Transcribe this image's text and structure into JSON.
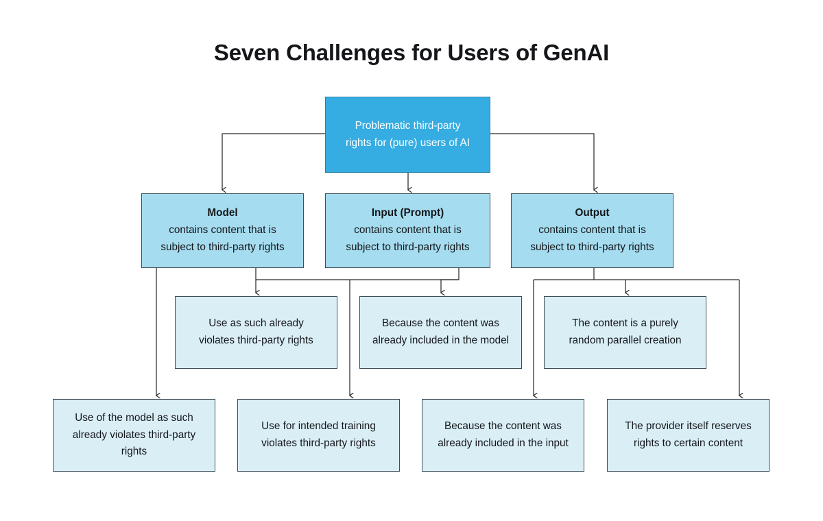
{
  "page": {
    "title": "Seven Challenges for Users of GenAI",
    "background": "#ffffff"
  },
  "colors": {
    "root_fill": "#35ade2",
    "root_text": "#ffffff",
    "mid_fill": "#a5dcef",
    "leaf_fill": "#daeef6",
    "border": "#3f4e57",
    "connector": "#2b2b2b",
    "text": "#14161a"
  },
  "chart_data": {
    "type": "diagram",
    "title": "Seven Challenges for Users of GenAI",
    "orientation": "top-down-tree",
    "nodes": [
      {
        "id": "root",
        "level": 0,
        "style": "root",
        "lines": [
          "Problematic third-party",
          "rights for (pure) users of AI"
        ]
      },
      {
        "id": "model",
        "level": 1,
        "style": "mid",
        "lines": [
          "Model",
          "contains content that is",
          "subject to third-party rights"
        ],
        "heading_lines": 1
      },
      {
        "id": "input",
        "level": 1,
        "style": "mid",
        "lines": [
          "Input (Prompt)",
          "contains content that is",
          "subject to third-party rights"
        ],
        "heading_lines": 1
      },
      {
        "id": "output",
        "level": 1,
        "style": "mid",
        "lines": [
          "Output",
          "contains content that is",
          "subject to third-party rights"
        ],
        "heading_lines": 1
      },
      {
        "id": "r3a",
        "level": 2,
        "style": "leaf",
        "lines": [
          "Use as such already",
          "violates third-party rights"
        ]
      },
      {
        "id": "r3b",
        "level": 2,
        "style": "leaf",
        "lines": [
          "Because the content was",
          "already included in the model"
        ]
      },
      {
        "id": "r3c",
        "level": 2,
        "style": "leaf",
        "lines": [
          "The content is a purely",
          "random parallel creation"
        ]
      },
      {
        "id": "r4a",
        "level": 3,
        "style": "leaf",
        "lines": [
          "Use of the model as such",
          "already violates third-party",
          "rights"
        ]
      },
      {
        "id": "r4b",
        "level": 3,
        "style": "leaf",
        "lines": [
          "Use for intended training",
          "violates third-party rights"
        ]
      },
      {
        "id": "r4c",
        "level": 3,
        "style": "leaf",
        "lines": [
          "Because the content was",
          "already included in the input"
        ]
      },
      {
        "id": "r4d",
        "level": 3,
        "style": "leaf",
        "lines": [
          "The provider itself reserves",
          "rights to certain content"
        ]
      }
    ],
    "edges": [
      {
        "from": "root",
        "to": "model"
      },
      {
        "from": "root",
        "to": "input"
      },
      {
        "from": "root",
        "to": "output"
      },
      {
        "from": "model",
        "to": "r3a"
      },
      {
        "from": "model",
        "to": "r4a"
      },
      {
        "from": "input",
        "to": "r3b"
      },
      {
        "from": "input",
        "to": "r4b"
      },
      {
        "from": "output",
        "to": "r3c"
      },
      {
        "from": "output",
        "to": "r4c"
      },
      {
        "from": "output",
        "to": "r4d"
      }
    ]
  }
}
